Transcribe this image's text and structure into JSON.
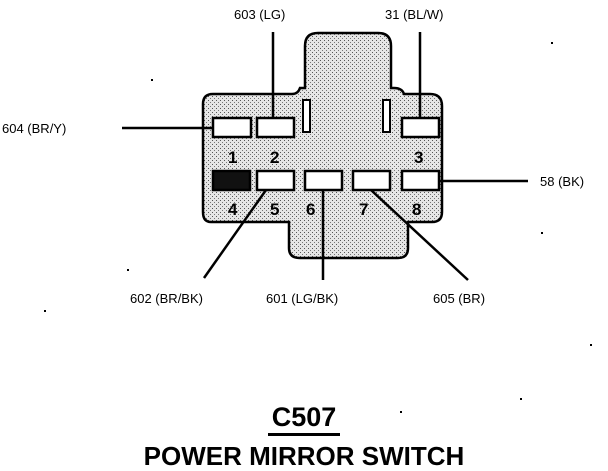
{
  "connector": {
    "code": "C507",
    "name": "POWER MIRROR SWITCH",
    "body_fill": "#d9d9d9",
    "filled_cavity_color": "#000000"
  },
  "pin_numbers": [
    "1",
    "2",
    "3",
    "4",
    "5",
    "6",
    "7",
    "8"
  ],
  "wires": [
    {
      "id": "603",
      "label": "603 (LG)"
    },
    {
      "id": "31",
      "label": "31 (BL/W)"
    },
    {
      "id": "604",
      "label": "604 (BR/Y)"
    },
    {
      "id": "58",
      "label": "58 (BK)"
    },
    {
      "id": "602",
      "label": "602 (BR/BK)"
    },
    {
      "id": "601",
      "label": "601 (LG/BK)"
    },
    {
      "id": "605",
      "label": "605 (BR)"
    }
  ]
}
